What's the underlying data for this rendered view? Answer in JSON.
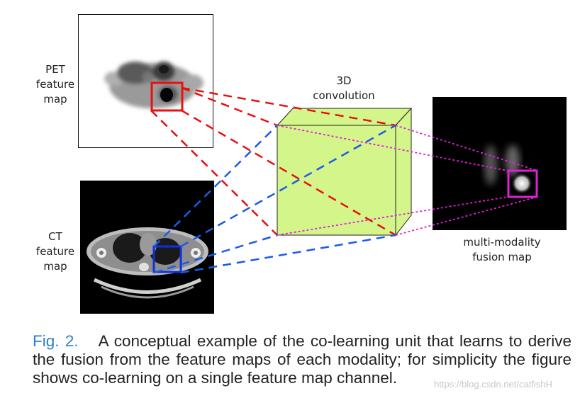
{
  "labels": {
    "pet": [
      "PET",
      "feature",
      "map"
    ],
    "ct": [
      "CT",
      "feature",
      "map"
    ],
    "conv": [
      "3D",
      "convolution"
    ],
    "fusion": [
      "multi-modality",
      "fusion map"
    ]
  },
  "caption": {
    "fig": "Fig. 2.",
    "text": "A conceptual example of the co-learning unit that learns to derive the fusion from the feature maps of each modality; for simplicity the figure shows co-learning on a single feature map channel."
  },
  "watermark": "https://blog.csdn.net/catfishH",
  "colors": {
    "pet_box": "#e81010",
    "ct_box": "#1030e0",
    "fusion_box": "#e020d8",
    "cube_fill": "#d4f58a",
    "red_lines": "#e81010",
    "blue_lines": "#1a5ce8",
    "magenta_lines": "#e020d8",
    "caption_fig": "#2b7fc9"
  }
}
